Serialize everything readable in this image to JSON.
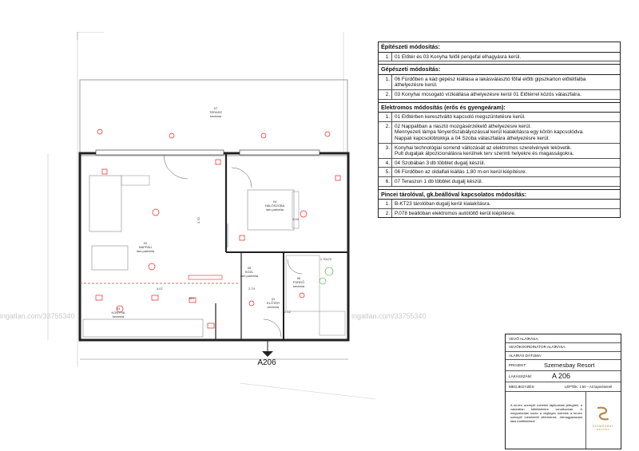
{
  "watermarks": [
    "ingatlan.com/33755340",
    "ingatlan.com/33755340"
  ],
  "floor_plan": {
    "unit_tag": "A206",
    "rooms": [
      {
        "id": "terrace",
        "num": "07",
        "name": "TERASZ",
        "floor": "kerámia"
      },
      {
        "id": "bedroom",
        "num": "04",
        "name": "HÁLÓSZOBA",
        "floor": "lam.parketta"
      },
      {
        "id": "living",
        "num": "02",
        "name": "NAPPALI",
        "floor": "lam.parketta"
      },
      {
        "id": "hall",
        "num": "05",
        "name": "KÖZL",
        "floor": "lam.parketta"
      },
      {
        "id": "bath",
        "num": "06",
        "name": "FÜRDŐ",
        "floor": "kerámia"
      },
      {
        "id": "kitchen",
        "num": "03",
        "name": "KONYHA",
        "floor": "kerámia"
      },
      {
        "id": "entry",
        "num": "01",
        "name": "ELŐTÉR",
        "floor": "kerámia"
      }
    ],
    "dims": {
      "living_w": "4.07",
      "bed_h": "3.04",
      "living_h": "3.70",
      "bath_w": "1.70x70",
      "mg": "MG",
      "v": "2.74",
      "v2": "2.12"
    }
  },
  "modifications": {
    "sections": [
      {
        "title": "Építészeti módosítás:",
        "rows": [
          {
            "num": "1.",
            "text": "01 Előtér és 03 Konyha felőli pengefal elhagyásra kerül."
          }
        ]
      },
      {
        "title": "Gépészeti módosítás:",
        "rows": [
          {
            "num": "1.",
            "text": "06 Fürdőben a kád gépész kiállása a lakásválasztó főfal előtti gipszkarton előtétfalba\náthelyezésre kerül."
          },
          {
            "num": "2.",
            "text": "03 Konyhai mosogató vízkiállása áthelyezésre kerül 01 Előtérrel közös válaszfalra."
          }
        ]
      },
      {
        "title": "Elektromos módosítás (erős és gyengeáram):",
        "rows": [
          {
            "num": "1.",
            "text": "01 Előtérben keresztváltó kapcsoló megszüntetésre kerül."
          },
          {
            "num": "2.",
            "text": "02 Nappaliban a riasztó mozgásérzékelő áthelyezésre kerül.\nMennyezeti lámpa fényerőszabályozással kerül kialakításra egy körön kapcsolódva.\nNappali kapcsolóblokkja a 04 Szoba válaszfalára áthelyezésre kerül."
          },
          {
            "num": "3.",
            "text": "Konyhai technológiai sorrend változását az elektromos szerelvények lekövetik.\nPult dugaljak álpozicionálásra kerülnek terv szerinti helyekre és magasságokra."
          },
          {
            "num": "4.",
            "text": "04 Szobában 3 db többlet dugalj készül."
          },
          {
            "num": "5.",
            "text": "06 Fürdőben az oldalfali kiállás 1,80 m-en kerül kiépítésre."
          },
          {
            "num": "6.",
            "text": "07 Teraszon 1 db többlet dugalj készül."
          }
        ]
      },
      {
        "title": "Pincei tárolóval, gk.beállóval kapcsolatos módosítás:",
        "rows": [
          {
            "num": "1.",
            "text": "B-KT23 tárolóban dugalj kerül kialakításra."
          },
          {
            "num": "2.",
            "text": "P.078 beállóban elektromos autótöltő kerül kiépítésre."
          }
        ]
      }
    ]
  },
  "title_block": {
    "buyer_sig": "VEVŐ ALÁÍRÁSA:",
    "buyer_agent_sig": "VEVŐKOORDINÁTOR ALÁÍRÁSA:",
    "sign_date": "ALÁÍRÁS DÁTUMA:",
    "project_label": "PROJEKT:",
    "project_value": "Szemesbay Resort",
    "unit_label": "LAKÁSSZÁM:",
    "unit_value": "A 206",
    "notes_label": "MEGJEGYZÉS:",
    "scale": "LÉPTÉK: 1:50 – A3 lapméretnél",
    "notes": "A terven szereplő méretek tájékoztató jellegűek, a vakolatlan falfelületekre vonatkoznak. A megvalósítás során a végleges méretek a terven szereplő méretektől eltérhetnek. Jelmagyarázatot lásd mellékletben!",
    "logo_text": "SZEMESBAY",
    "logo_sub": "RESORT",
    "logo_color": "#b48a4a"
  }
}
